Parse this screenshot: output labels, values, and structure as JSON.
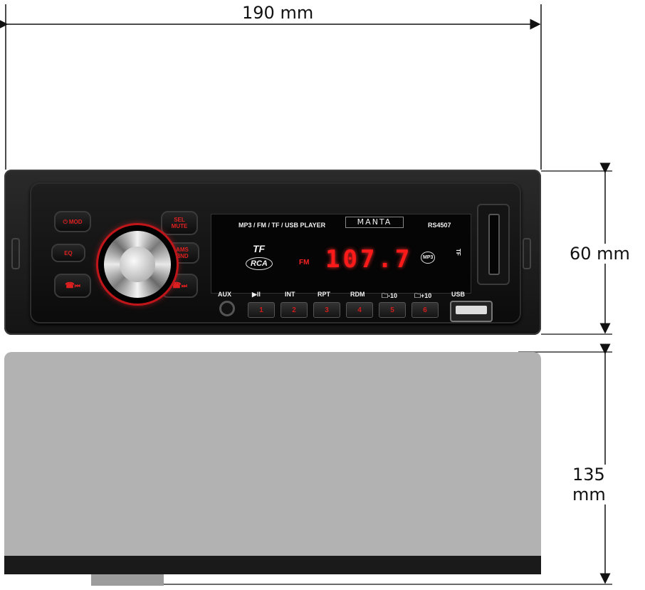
{
  "dimensions": {
    "width": "190 mm",
    "front_height": "60 mm",
    "depth": "135 mm"
  },
  "radio": {
    "top_label": "MP3 / FM / TF / USB PLAYER",
    "brand": "MANTA",
    "model": "RS4507",
    "left_buttons": [
      {
        "label": "MOD",
        "icon": "power-icon"
      },
      {
        "label": "SEL\nMUTE"
      },
      {
        "label": "EQ"
      },
      {
        "label": "AMS\nBND"
      },
      {
        "label": "⏮",
        "icon": "call-reject-icon"
      },
      {
        "label": "⏭",
        "icon": "call-answer-icon"
      }
    ],
    "display": {
      "tf_text": "TF",
      "rca_text": "RCA",
      "band": "FM",
      "frequency": "107.7",
      "mp3_text": "MP3",
      "tf_side": "TF"
    },
    "function_labels": [
      "AUX",
      "▶II",
      "INT",
      "RPT",
      "RDM",
      "-10",
      "+10",
      "USB"
    ],
    "number_buttons": [
      "1",
      "2",
      "3",
      "4",
      "5",
      "6"
    ]
  },
  "colors": {
    "accent_red": "#e02020",
    "chassis_gray": "#b2b2b2"
  }
}
